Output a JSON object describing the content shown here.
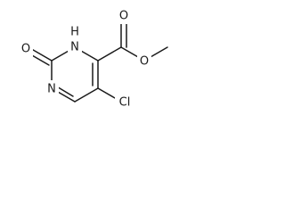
{
  "molecule": {
    "atoms": {
      "ring_n1": "N",
      "ring_nh_n": "N",
      "ring_nh_h": "H",
      "carbonyl_o": "O",
      "ester_o_double": "O",
      "ester_o_single": "O",
      "chlorine": "Cl"
    }
  }
}
